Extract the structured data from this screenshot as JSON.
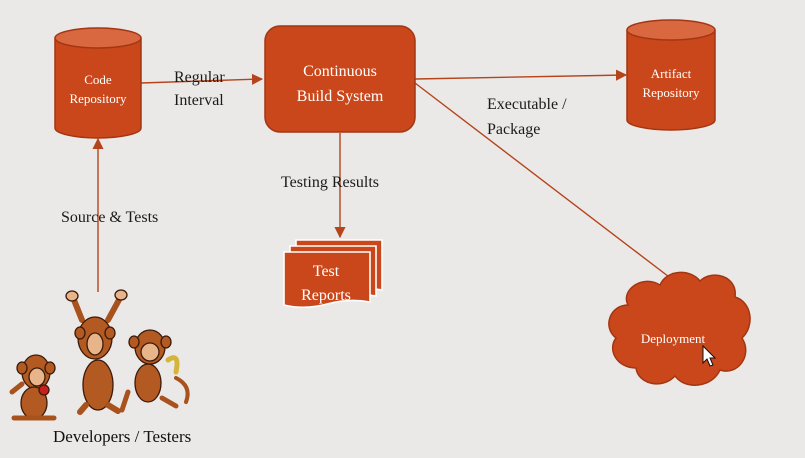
{
  "colors": {
    "node_fill": "#c9471b",
    "node_stroke": "#a33612",
    "node_top": "#d9673f",
    "edge": "#b5441c",
    "background": "#ebe9e7"
  },
  "nodes": {
    "code_repository": {
      "line1": "Code",
      "line2": "Repository"
    },
    "continuous_build": {
      "line1": "Continuous",
      "line2": "Build System"
    },
    "artifact_repository": {
      "line1": "Artifact",
      "line2": "Repository"
    },
    "test_reports": {
      "line1": "Test",
      "line2": "Reports"
    },
    "deployment": {
      "label": "Deployment"
    }
  },
  "edges": {
    "regular_interval": {
      "line1": "Regular",
      "line2": "Interval"
    },
    "testing_results": {
      "label": "Testing Results"
    },
    "executable_package": {
      "line1": "Executable /",
      "line2": "Package"
    },
    "source_tests": {
      "label": "Source & Tests"
    }
  },
  "caption": "Developers / Testers",
  "icons": [
    "monkey-icon",
    "mouse-cursor-icon"
  ]
}
